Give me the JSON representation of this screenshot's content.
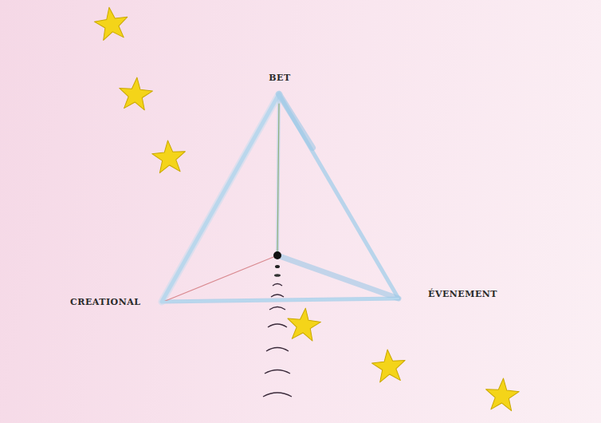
{
  "diagram": {
    "labels": [
      "BET",
      "CREATIONAL",
      "ÉVENEMENT"
    ]
  }
}
